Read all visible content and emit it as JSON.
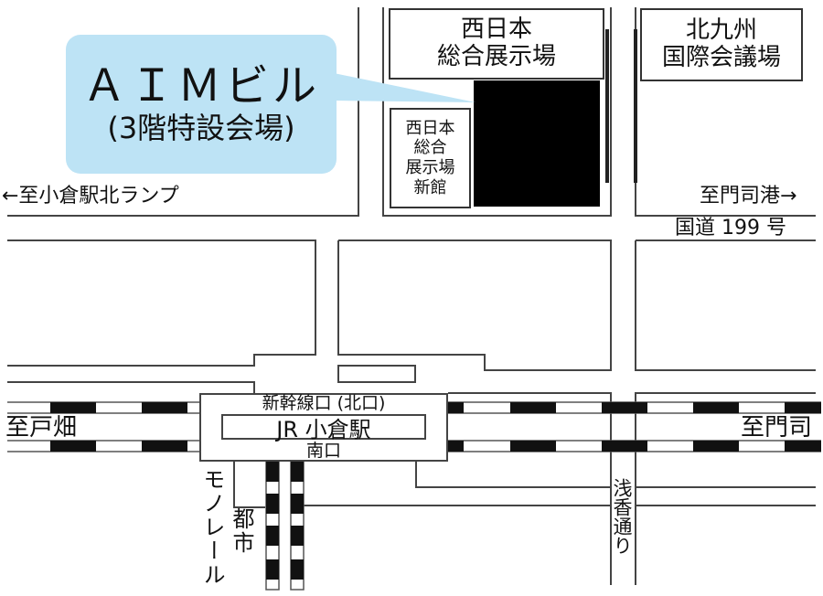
{
  "callout": {
    "title": "ＡＩＭビル",
    "subtitle": "(3階特設会場)",
    "color": "#bde3f5"
  },
  "buildings": {
    "west_japan_expo": {
      "line1": "西日本",
      "line2": "総合展示場"
    },
    "west_japan_expo_annex": {
      "line1": "西日本",
      "line2": "総合",
      "line3": "展示場",
      "line4": "新館"
    },
    "kitakyushu_convention": {
      "line1": "北九州",
      "line2": "国際会議場"
    },
    "aim_building_color": "#000000"
  },
  "directions": {
    "north_ramp": "←至小倉駅北ランプ",
    "moji_port": "至門司港→",
    "tobata": "至戸畑",
    "moji": "至門司"
  },
  "roads": {
    "route199": "国道 199 号",
    "asaka_street": "浅香通り"
  },
  "station": {
    "north_exit": "新幹線口 (北口)",
    "name": "JR 小倉駅",
    "south_exit": "南口"
  },
  "monorail": {
    "label_line1": "モノレール",
    "label_line2": "都市"
  }
}
